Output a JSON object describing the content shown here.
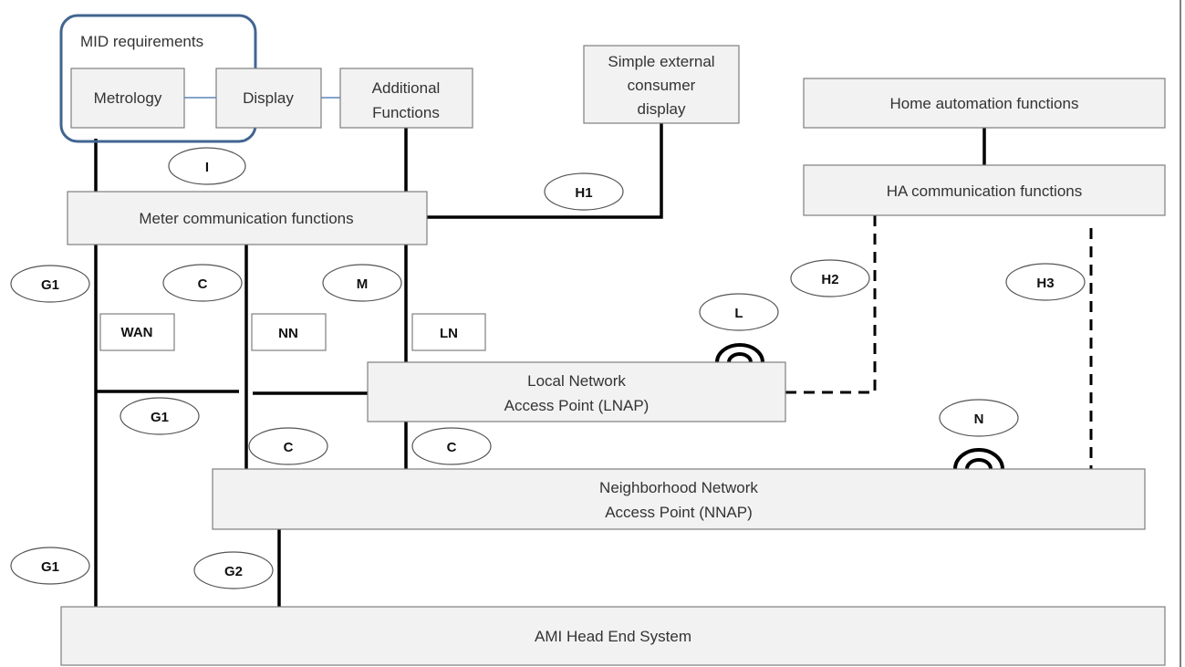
{
  "boxes": {
    "mid_title": "MID requirements",
    "metrology": "Metrology",
    "display": "Display",
    "additional_1": "Additional",
    "additional_2": "Functions",
    "ext_1": "Simple external",
    "ext_2": "consumer",
    "ext_3": "display",
    "home_auto": "Home automation functions",
    "ha_comm": "HA communication functions",
    "meter_comm": "Meter communication functions",
    "lnap_1": "Local Network",
    "lnap_2": "Access Point (LNAP)",
    "nnap_1": "Neighborhood Network",
    "nnap_2": "Access Point (NNAP)",
    "ami": "AMI Head End System"
  },
  "tags": {
    "wan": "WAN",
    "nn": "NN",
    "ln": "LN"
  },
  "interfaces": {
    "i": "I",
    "h1": "H1",
    "h2": "H2",
    "h3": "H3",
    "g1_top": "G1",
    "g1_mid": "G1",
    "g1_bottom": "G1",
    "g2": "G2",
    "c_top": "C",
    "c_left": "C",
    "c_right": "C",
    "m": "M",
    "l": "L",
    "n": "N"
  }
}
